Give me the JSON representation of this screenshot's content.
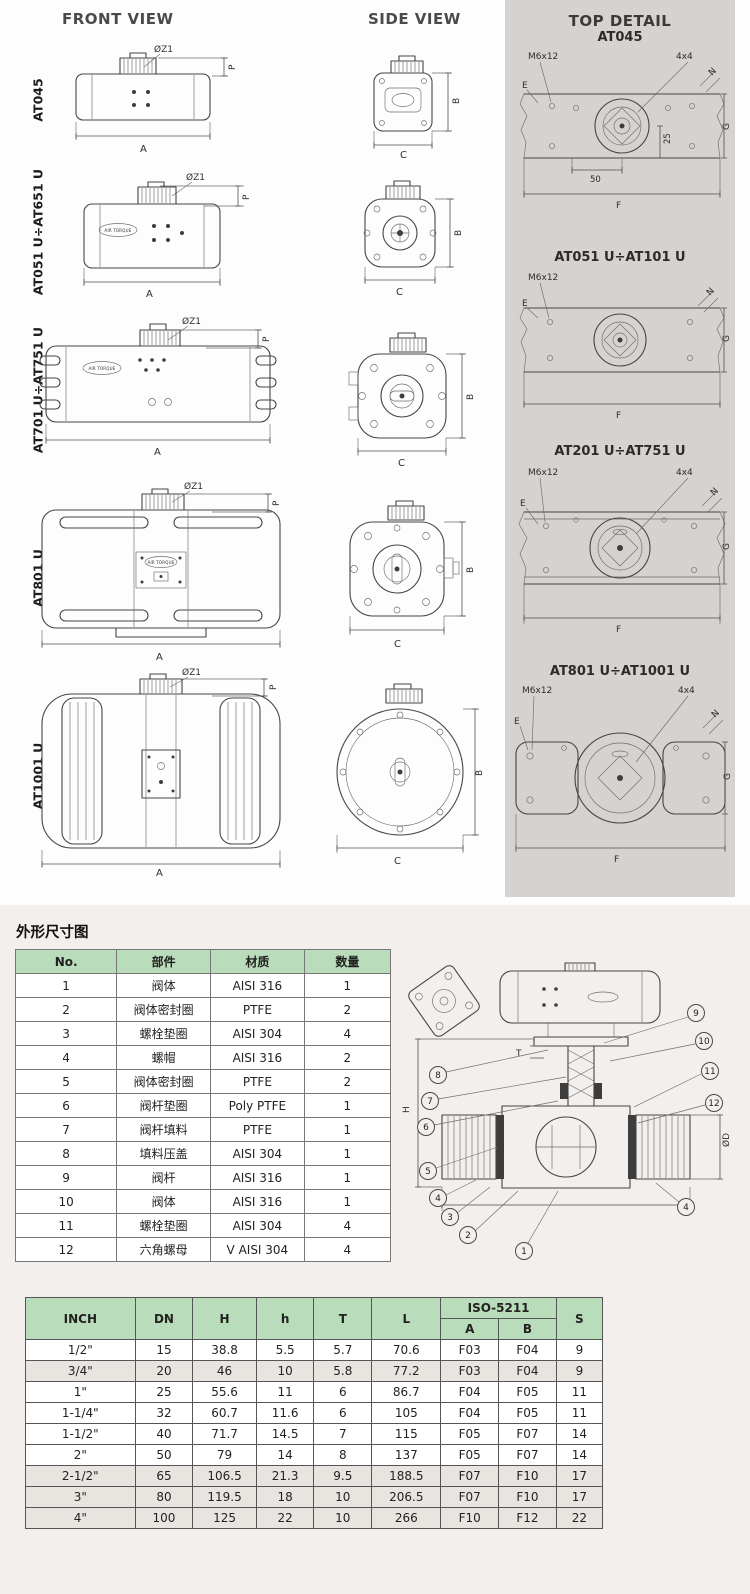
{
  "headers": {
    "front_view": "FRONT VIEW",
    "side_view": "SIDE VIEW",
    "top_detail": "TOP DETAIL"
  },
  "front_rows": [
    {
      "label": "AT045"
    },
    {
      "label": "AT051 U÷AT651 U"
    },
    {
      "label": "AT701 U÷AT751 U"
    },
    {
      "label": "AT801 U"
    },
    {
      "label": "AT1001 U"
    }
  ],
  "top_details": [
    {
      "title": "AT045"
    },
    {
      "title": "AT051 U÷AT101 U"
    },
    {
      "title": "AT201 U÷AT751 U"
    },
    {
      "title": "AT801 U÷AT1001 U"
    }
  ],
  "dims": {
    "A": "A",
    "B": "B",
    "C": "C",
    "P": "P",
    "Z1": "ØZ1",
    "M6": "M6x12",
    "hole": "4x4",
    "E": "E",
    "N": "N",
    "G": "G",
    "F": "F",
    "d25": "25",
    "d50": "50"
  },
  "logo": "AIR TORQUE",
  "outline_title": "外形尺寸图",
  "parts_table": {
    "headers": [
      "No.",
      "部件",
      "材质",
      "数量"
    ],
    "rows": [
      [
        "1",
        "阀体",
        "AISI 316",
        "1"
      ],
      [
        "2",
        "阀体密封圈",
        "PTFE",
        "2"
      ],
      [
        "3",
        "螺栓垫圈",
        "AISI 304",
        "4"
      ],
      [
        "4",
        "螺帽",
        "AISI 316",
        "2"
      ],
      [
        "5",
        "阀体密封圈",
        "PTFE",
        "2"
      ],
      [
        "6",
        "阀杆垫圈",
        "Poly PTFE",
        "1"
      ],
      [
        "7",
        "阀杆填料",
        "PTFE",
        "1"
      ],
      [
        "8",
        "填料压盖",
        "AISI 304",
        "1"
      ],
      [
        "9",
        "阀杆",
        "AISI 316",
        "1"
      ],
      [
        "10",
        "阀体",
        "AISI 316",
        "1"
      ],
      [
        "11",
        "螺栓垫圈",
        "AISI 304",
        "4"
      ],
      [
        "12",
        "六角螺母",
        "V AISI 304",
        "4"
      ]
    ]
  },
  "valve": {
    "callouts": [
      "1",
      "2",
      "3",
      "4",
      "5",
      "6",
      "7",
      "8",
      "9",
      "10",
      "11",
      "12"
    ],
    "extra_callout": "4",
    "dim_T": "T",
    "dim_H": "H",
    "dim_D": "ØD"
  },
  "dims_table": {
    "inch": "INCH",
    "dn": "DN",
    "H": "H",
    "h": "h",
    "T": "T",
    "L": "L",
    "iso": "ISO-5211",
    "A": "A",
    "B": "B",
    "S": "S",
    "rows": [
      [
        "1/2\"",
        "15",
        "38.8",
        "5.5",
        "5.7",
        "70.6",
        "F03",
        "F04",
        "9"
      ],
      [
        "3/4\"",
        "20",
        "46",
        "10",
        "5.8",
        "77.2",
        "F03",
        "F04",
        "9"
      ],
      [
        "1\"",
        "25",
        "55.6",
        "11",
        "6",
        "86.7",
        "F04",
        "F05",
        "11"
      ],
      [
        "1-1/4\"",
        "32",
        "60.7",
        "11.6",
        "6",
        "105",
        "F04",
        "F05",
        "11"
      ],
      [
        "1-1/2\"",
        "40",
        "71.7",
        "14.5",
        "7",
        "115",
        "F05",
        "F07",
        "14"
      ],
      [
        "2\"",
        "50",
        "79",
        "14",
        "8",
        "137",
        "F05",
        "F07",
        "14"
      ],
      [
        "2-1/2\"",
        "65",
        "106.5",
        "21.3",
        "9.5",
        "188.5",
        "F07",
        "F10",
        "17"
      ],
      [
        "3\"",
        "80",
        "119.5",
        "18",
        "10",
        "206.5",
        "F07",
        "F10",
        "17"
      ],
      [
        "4\"",
        "100",
        "125",
        "22",
        "10",
        "266",
        "F10",
        "F12",
        "22"
      ]
    ]
  }
}
